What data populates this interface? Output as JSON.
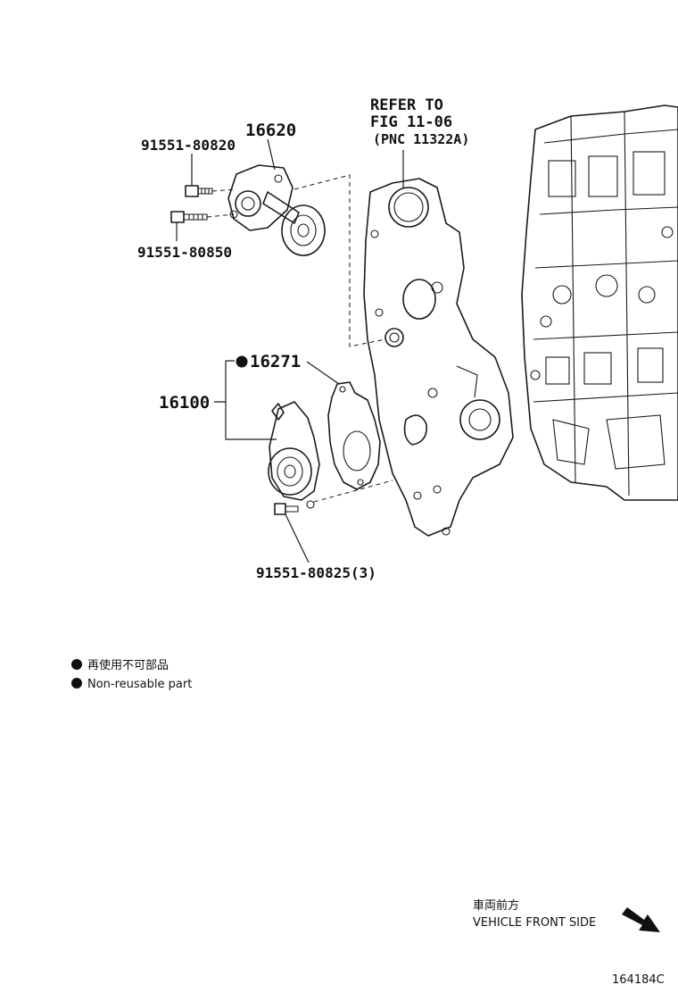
{
  "callouts": {
    "refer_line1": "REFER TO",
    "refer_line2": "FIG 11-06",
    "refer_line3": "(PNC 11322A)",
    "tensioner": "16620",
    "bolt_upper": "91551-80820",
    "bolt_lower": "91551-80850",
    "gasket": "16271",
    "water_pump": "16100",
    "pump_bolt": "91551-80825(3)"
  },
  "legend": {
    "jp": "再使用不可部品",
    "en": "Non-reusable part"
  },
  "direction": {
    "jp": "車両前方",
    "en": "VEHICLE FRONT SIDE",
    "icon": "arrow-down-right-icon"
  },
  "figure_id": "164184C"
}
